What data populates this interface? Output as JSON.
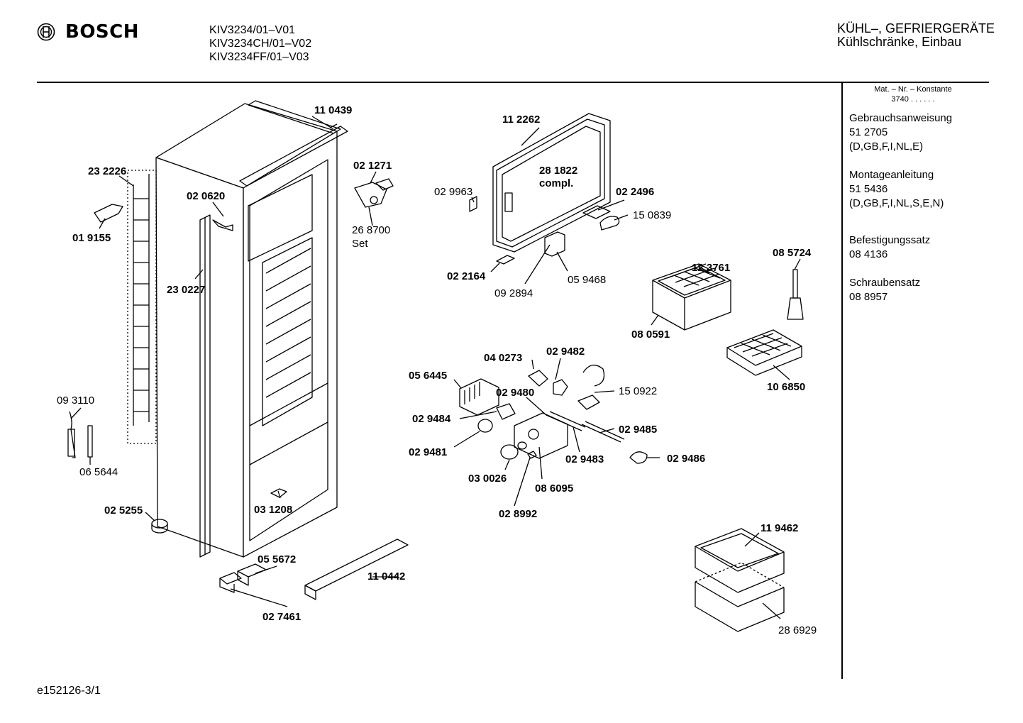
{
  "header": {
    "brand": "BOSCH",
    "logo_icon": "bosch-armature-logo-icon",
    "models": [
      "KIV3234/01–V01",
      "KIV3234CH/01–V02",
      "KIV3234FF/01–V03"
    ],
    "category_line1": "KÜHL–, GEFRIERGERÄTE",
    "category_line2": "Kühlschränke, Einbau"
  },
  "sidebar": {
    "mat_label": "Mat. – Nr. – Konstante",
    "mat_value": "3740 . . . . . .",
    "items": [
      {
        "title": "Gebrauchsanweisung",
        "number": "51 2705",
        "langs": "(D,GB,F,I,NL,E)"
      },
      {
        "title": "Montageanleitung",
        "number": "51 5436",
        "langs": "(D,GB,F,I,NL,S,E,N)"
      },
      {
        "title": "Befestigungssatz",
        "number": "08 4136",
        "langs": ""
      },
      {
        "title": "Schraubensatz",
        "number": "08 8957",
        "langs": ""
      }
    ]
  },
  "parts": {
    "p110439": "11 0439",
    "p021271": "02 1271",
    "p232226": "23 2226",
    "p020620": "02 0620",
    "p019155": "01 9155",
    "p268700": "26 8700",
    "p268700_set": "Set",
    "p230227": "23 0227",
    "p093110": "09 3110",
    "p065644": "06 5644",
    "p025255": "02 5255",
    "p031208": "03 1208",
    "p055672": "05 5672",
    "p110442": "11 0442",
    "p027461": "02 7461",
    "p112262": "11 2262",
    "p281822": "28 1822",
    "p281822_c": "compl.",
    "p029963": "02 9963",
    "p022496": "02 2496",
    "p150839": "15 0839",
    "p022164": "02 2164",
    "p059468": "05 9468",
    "p092894": "09 2894",
    "p085724": "08 5724",
    "p123761": "12 3761",
    "p080591": "08 0591",
    "p106850": "10 6850",
    "p040273": "04 0273",
    "p029482": "02 9482",
    "p056445": "05 6445",
    "p029480": "02 9480",
    "p150922": "15 0922",
    "p029484": "02 9484",
    "p029485": "02 9485",
    "p029481": "02 9481",
    "p029483": "02 9483",
    "p029486": "02 9486",
    "p030026": "03 0026",
    "p086095": "08 6095",
    "p028992": "02 8992",
    "p119462": "11 9462",
    "p286929": "28 6929"
  },
  "footer": {
    "code": "e152126-3/1"
  }
}
